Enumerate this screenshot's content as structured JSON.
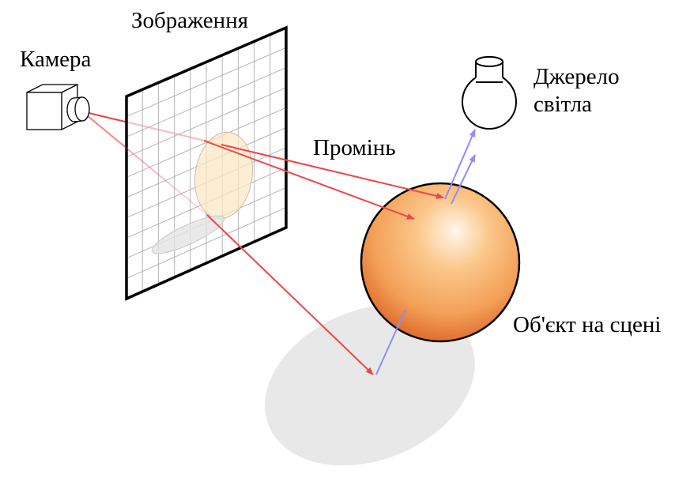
{
  "labels": {
    "camera": "Камера",
    "image": "Зображення",
    "ray": "Промінь",
    "light_line1": "Джерело",
    "light_line2": "світла",
    "object": "Об'єкт на сцені"
  },
  "colors": {
    "ray": "#f04545",
    "shadow_ray": "#8c8cf5",
    "sphere_light": "#fff4e4",
    "sphere_mid": "#f5a85a",
    "sphere_dark": "#e07033",
    "shadow": "#e8e8e8",
    "grid": "#b4b4b4",
    "frame": "#000000"
  },
  "icons": {
    "camera": "camera-icon",
    "light": "light-bulb-icon",
    "object": "sphere"
  }
}
